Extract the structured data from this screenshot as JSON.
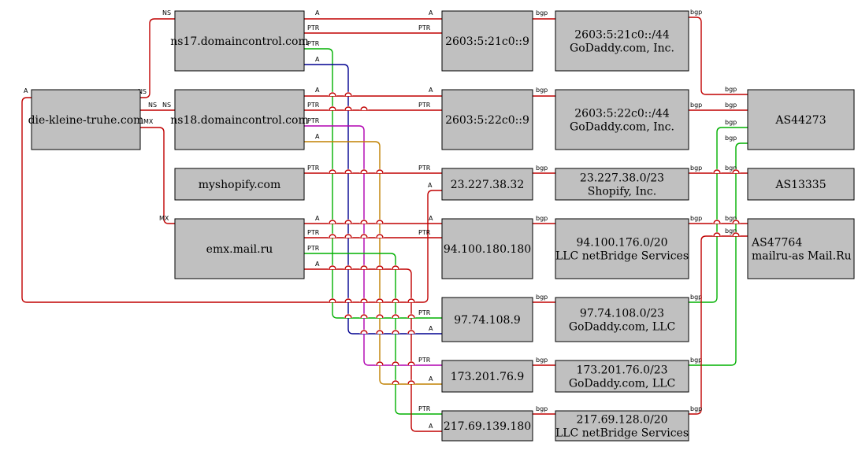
{
  "colors": {
    "red": "#c00000",
    "green": "#00b000",
    "blue": "#000090",
    "magenta": "#b000b0",
    "orange": "#c08000",
    "node_fill": "#c0c0c0"
  },
  "nodes": {
    "domain": {
      "lines": [
        "die-kleine-truhe.com"
      ]
    },
    "ns17": {
      "lines": [
        "ns17.domaincontrol.com"
      ]
    },
    "ns18": {
      "lines": [
        "ns18.domaincontrol.com"
      ]
    },
    "myshopify": {
      "lines": [
        "myshopify.com"
      ]
    },
    "emx": {
      "lines": [
        "emx.mail.ru"
      ]
    },
    "ip6_21": {
      "lines": [
        "2603:5:21c0::9"
      ]
    },
    "ip6_22": {
      "lines": [
        "2603:5:22c0::9"
      ]
    },
    "ip_23": {
      "lines": [
        "23.227.38.32"
      ]
    },
    "ip_94": {
      "lines": [
        "94.100.180.180"
      ]
    },
    "ip_97": {
      "lines": [
        "97.74.108.9"
      ]
    },
    "ip_173": {
      "lines": [
        "173.201.76.9"
      ]
    },
    "ip_217": {
      "lines": [
        "217.69.139.180"
      ]
    },
    "pfx_21": {
      "lines": [
        "2603:5:21c0::/44",
        "GoDaddy.com, Inc."
      ]
    },
    "pfx_22": {
      "lines": [
        "2603:5:22c0::/44",
        "GoDaddy.com, Inc."
      ]
    },
    "pfx_23": {
      "lines": [
        "23.227.38.0/23",
        "Shopify, Inc."
      ]
    },
    "pfx_94": {
      "lines": [
        "94.100.176.0/20",
        "LLC netBridge Services"
      ]
    },
    "pfx_97": {
      "lines": [
        "97.74.108.0/23",
        "GoDaddy.com, LLC"
      ]
    },
    "pfx_173": {
      "lines": [
        "173.201.76.0/23",
        "GoDaddy.com, LLC"
      ]
    },
    "pfx_217": {
      "lines": [
        "217.69.128.0/20",
        "LLC netBridge Services"
      ]
    },
    "as44273": {
      "lines": [
        "AS44273"
      ]
    },
    "as13335": {
      "lines": [
        "AS13335"
      ]
    },
    "as47764": {
      "lines": [
        "AS47764",
        "mailru-as Mail.Ru"
      ]
    }
  },
  "edges": [
    {
      "from": "domain",
      "to": "ns17",
      "label_from": "NS",
      "label_to": "NS"
    },
    {
      "from": "domain",
      "to": "ns18",
      "label_from": "NS",
      "label_to": "NS"
    },
    {
      "from": "domain",
      "to": "emx",
      "label_from": "MX",
      "label_to": "MX"
    },
    {
      "from": "domain",
      "to": "ip_23",
      "label_from": "A",
      "label_to": "A"
    },
    {
      "from": "ns17",
      "to": "ip6_21",
      "label_from": "A",
      "label_to": "A"
    },
    {
      "from": "ns17",
      "to": "ip6_21",
      "label_from": "PTR",
      "label_to": "PTR"
    },
    {
      "from": "ns17",
      "to": "ip_97",
      "label_from": "PTR",
      "label_to": "PTR"
    },
    {
      "from": "ns17",
      "to": "ip_97",
      "label_from": "A",
      "label_to": "A"
    },
    {
      "from": "ns18",
      "to": "ip6_22",
      "label_from": "A",
      "label_to": "A"
    },
    {
      "from": "ns18",
      "to": "ip6_22",
      "label_from": "PTR",
      "label_to": "PTR"
    },
    {
      "from": "ns18",
      "to": "ip_173",
      "label_from": "PTR",
      "label_to": "PTR"
    },
    {
      "from": "ns18",
      "to": "ip_173",
      "label_from": "A",
      "label_to": "A"
    },
    {
      "from": "myshopify",
      "to": "ip_23",
      "label_from": "PTR",
      "label_to": "PTR"
    },
    {
      "from": "emx",
      "to": "ip_94",
      "label_from": "A",
      "label_to": "A"
    },
    {
      "from": "emx",
      "to": "ip_94",
      "label_from": "PTR",
      "label_to": "PTR"
    },
    {
      "from": "emx",
      "to": "ip_217",
      "label_from": "PTR",
      "label_to": "PTR"
    },
    {
      "from": "emx",
      "to": "ip_217",
      "label_from": "A",
      "label_to": "A"
    },
    {
      "from": "ip6_21",
      "to": "pfx_21",
      "label_from": "bgp",
      "label_to": ""
    },
    {
      "from": "ip6_22",
      "to": "pfx_22",
      "label_from": "bgp",
      "label_to": ""
    },
    {
      "from": "ip_23",
      "to": "pfx_23",
      "label_from": "bgp",
      "label_to": ""
    },
    {
      "from": "ip_94",
      "to": "pfx_94",
      "label_from": "bgp",
      "label_to": ""
    },
    {
      "from": "ip_97",
      "to": "pfx_97",
      "label_from": "bgp",
      "label_to": ""
    },
    {
      "from": "ip_173",
      "to": "pfx_173",
      "label_from": "bgp",
      "label_to": ""
    },
    {
      "from": "ip_217",
      "to": "pfx_217",
      "label_from": "bgp",
      "label_to": ""
    },
    {
      "from": "pfx_21",
      "to": "as44273",
      "label_from": "bgp",
      "label_to": "bgp"
    },
    {
      "from": "pfx_22",
      "to": "as44273",
      "label_from": "bgp",
      "label_to": "bgp"
    },
    {
      "from": "pfx_97",
      "to": "as44273",
      "label_from": "bgp",
      "label_to": "bgp"
    },
    {
      "from": "pfx_173",
      "to": "as44273",
      "label_from": "bgp",
      "label_to": "bgp"
    },
    {
      "from": "pfx_23",
      "to": "as13335",
      "label_from": "bgp",
      "label_to": "bgp"
    },
    {
      "from": "pfx_94",
      "to": "as47764",
      "label_from": "bgp",
      "label_to": "bgp"
    },
    {
      "from": "pfx_217",
      "to": "as47764",
      "label_from": "bgp",
      "label_to": "bgp"
    }
  ]
}
